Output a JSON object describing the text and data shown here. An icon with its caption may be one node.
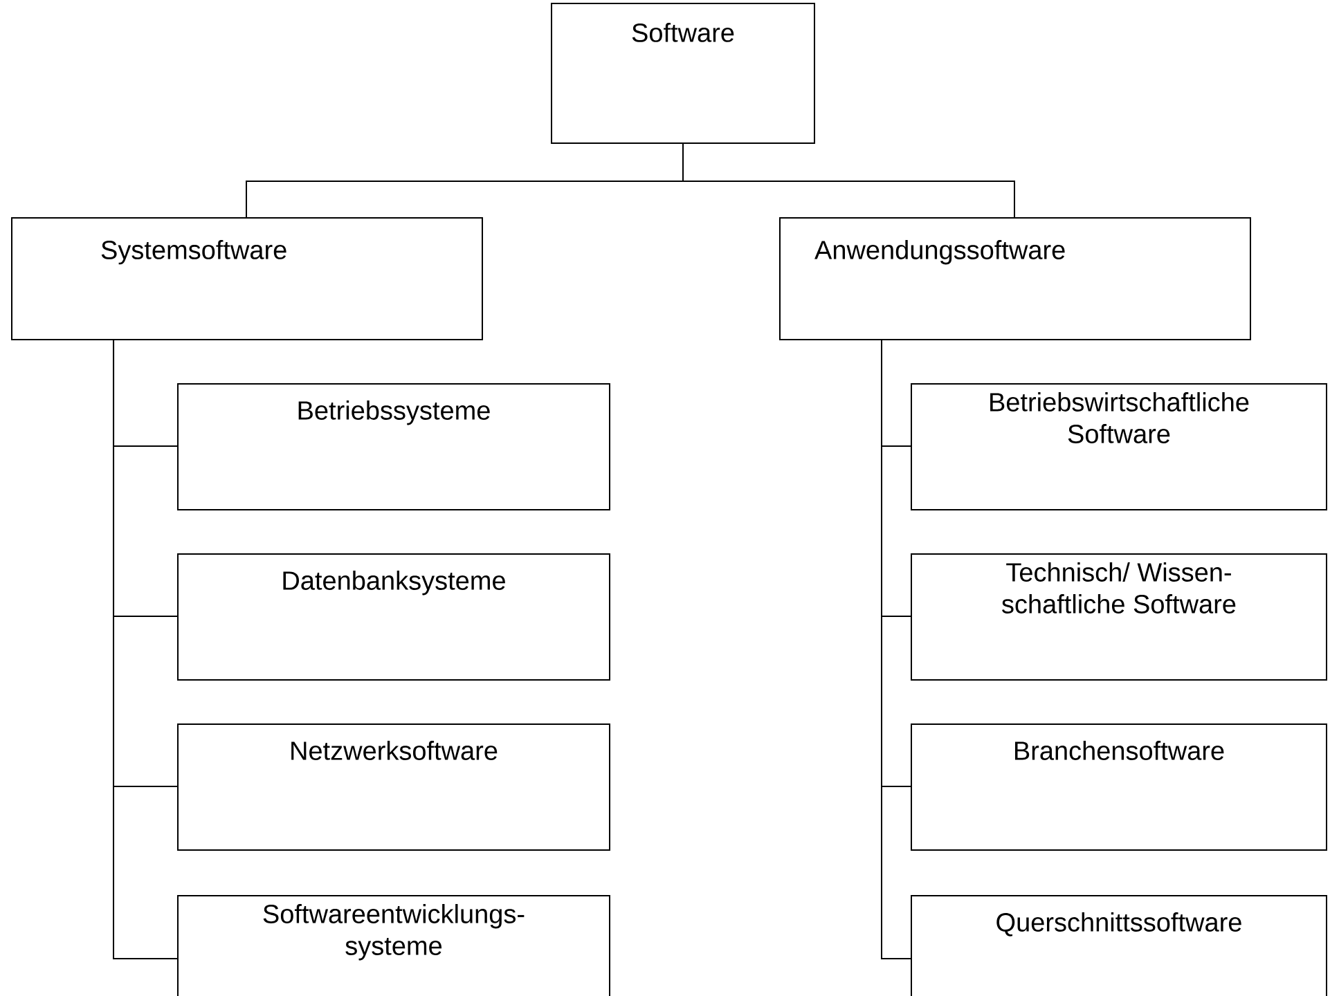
{
  "diagram": {
    "nodes": [
      {
        "text": [
          "Software"
        ]
      },
      {
        "text": [
          "Systemsoftware"
        ]
      },
      {
        "text": [
          "Anwendungssoftware"
        ]
      },
      {
        "text": [
          "Betriebssysteme"
        ]
      },
      {
        "text": [
          "Datenbanksysteme"
        ]
      },
      {
        "text": [
          "Netzwerksoftware"
        ]
      },
      {
        "text": [
          "Softwareentwicklungs- systeme"
        ]
      },
      {
        "text": [
          "Betriebswirtschaftliche Software"
        ]
      },
      {
        "text": [
          "Technisch/ Wissen- schaftliche Software"
        ]
      },
      {
        "text": [
          "Branchensoftware"
        ]
      },
      {
        "text": [
          "Querschnittssoftware"
        ]
      }
    ],
    "edges": [
      {
        "from": 0,
        "to": 1,
        "arrow": "none"
      },
      {
        "from": 0,
        "to": 2,
        "arrow": "none"
      },
      {
        "from": 1,
        "to": 3,
        "arrow": "none"
      },
      {
        "from": 1,
        "to": 4,
        "arrow": "none"
      },
      {
        "from": 1,
        "to": 5,
        "arrow": "none"
      },
      {
        "from": 1,
        "to": 6,
        "arrow": "none"
      },
      {
        "from": 2,
        "to": 7,
        "arrow": "none"
      },
      {
        "from": 2,
        "to": 8,
        "arrow": "none"
      },
      {
        "from": 2,
        "to": 9,
        "arrow": "none"
      },
      {
        "from": 2,
        "to": 10,
        "arrow": "none"
      }
    ]
  }
}
